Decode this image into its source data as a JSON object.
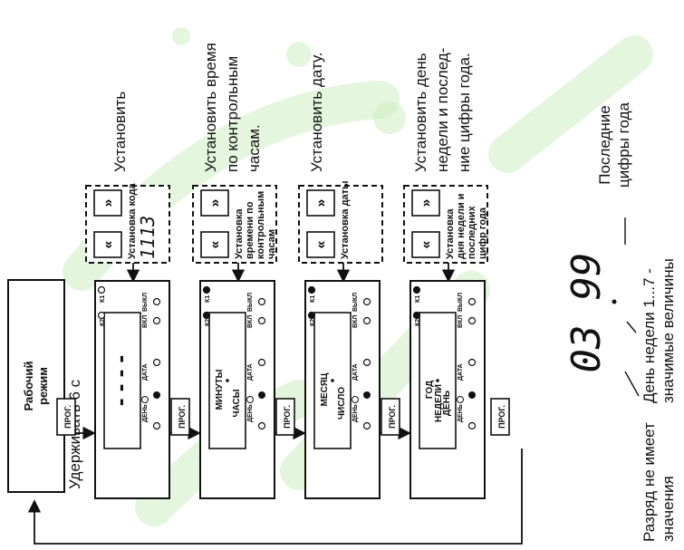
{
  "start_box": {
    "line1": "Рабочий",
    "line2": "режим"
  },
  "hold_label": "Удерживать 6 с",
  "prog_label": "ПРОГ.",
  "indicators": {
    "k1": "К1",
    "k2": "К2",
    "on": "ВКЛ",
    "off": "ВЫКЛ",
    "day": "ДЕНЬ",
    "date": "ДАТА"
  },
  "panels": [
    {
      "display_top": "",
      "display_bottom": "",
      "dashes": "- - - -"
    },
    {
      "display_top": "МИНУТЫ",
      "display_bottom": "ЧАСЫ"
    },
    {
      "display_top": "МЕСЯЦ",
      "display_bottom": "ЧИСЛО"
    },
    {
      "display_top": "ГОД",
      "display_bottom": "ДЕНЬ",
      "display_bottom2": "НЕДЕЛИ"
    }
  ],
  "dashed_boxes": [
    {
      "lines": [
        "Установка кода"
      ],
      "value": "1113"
    },
    {
      "lines": [
        "Установка",
        "времени по",
        "контрольным",
        "часам"
      ]
    },
    {
      "lines": [
        "Установка даты"
      ]
    },
    {
      "lines": [
        "Установка",
        "дня недели и",
        "последних",
        "цифр года"
      ]
    }
  ],
  "buttons": {
    "left": "«",
    "up": "»"
  },
  "instructions": [
    {
      "lines": [
        "Установить"
      ]
    },
    {
      "lines": [
        "Установить время",
        "по контрольным",
        "часам."
      ]
    },
    {
      "lines": [
        "Установить дату."
      ]
    },
    {
      "lines": [
        "Установить день",
        "недели и послед-",
        "ние цифры года."
      ]
    }
  ],
  "example": {
    "digits_left": "03",
    "digits_right": "99",
    "label_last_digits": [
      "Последние",
      "цифры года"
    ],
    "label_weekday": [
      "День недели 1...7 -",
      "значимые величины"
    ],
    "label_no_value": [
      "Разряд не имеет",
      "значения"
    ]
  },
  "colors": {
    "ink": "#111111",
    "watermark": "#cdeec3"
  }
}
